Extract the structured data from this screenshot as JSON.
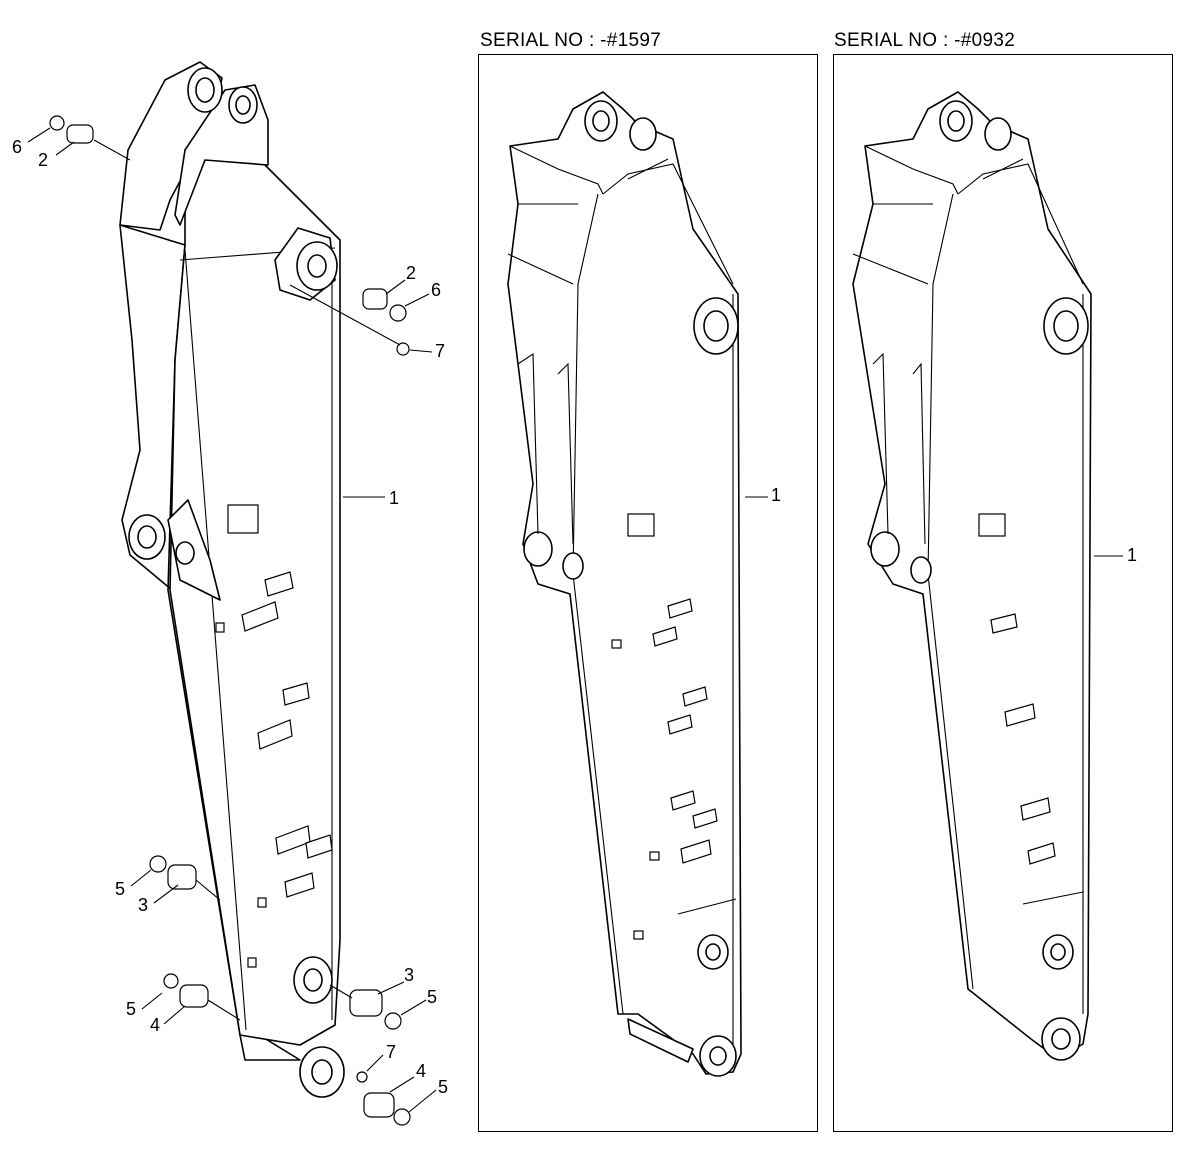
{
  "serial_labels": {
    "middle": "SERIAL NO : -#1597",
    "right": "SERIAL NO : -#0932"
  },
  "callouts": {
    "left": [
      "6",
      "2",
      "2",
      "6",
      "7",
      "1",
      "5",
      "3",
      "3",
      "5",
      "5",
      "4",
      "7",
      "4",
      "5"
    ],
    "middle": [
      "1"
    ],
    "right": [
      "1"
    ]
  }
}
